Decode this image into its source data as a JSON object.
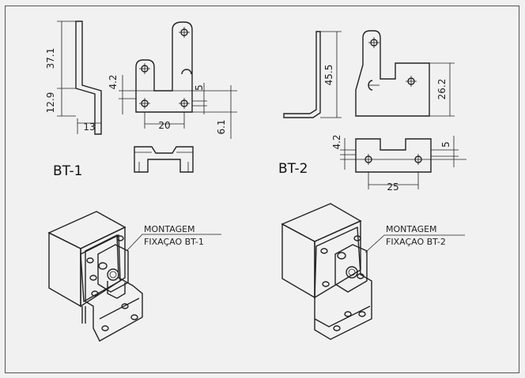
{
  "parts": [
    {
      "label": "BT-1",
      "note_line1": "MONTAGEM",
      "note_line2": "FIXAÇAO BT-1"
    },
    {
      "label": "BT-2",
      "note_line1": "MONTAGEM",
      "note_line2": "FIXAÇAO BT-2"
    }
  ],
  "dims_bt1": {
    "height_top": "37.1",
    "height_bottom": "12.9",
    "width_side": "13",
    "hole_offset": "4.2",
    "width_holes": "20",
    "slot": "5",
    "thickness": "6.1"
  },
  "dims_bt2": {
    "height": "45.5",
    "side_height": "26.2",
    "hole_offset": "4.2",
    "slot": "5",
    "width_holes": "25"
  },
  "colors": {
    "background": "#f1f1f1",
    "ink": "#222222",
    "frame": "#555555"
  }
}
